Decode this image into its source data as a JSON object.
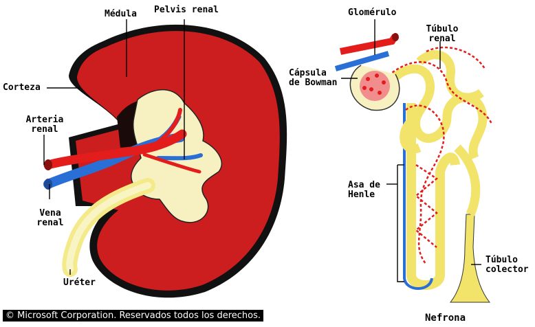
{
  "kidney": {
    "labels": {
      "medula": "Médula",
      "pelvis": "Pelvis renal",
      "corteza": "Corteza",
      "arteria_line1": "Arteria",
      "arteria_line2": "renal",
      "vena_line1": "Vena",
      "vena_line2": "renal",
      "ureter": "Uréter"
    }
  },
  "nephron": {
    "labels": {
      "glomerulo": "Glomérulo",
      "tubulo_renal_line1": "Túbulo",
      "tubulo_renal_line2": "renal",
      "capsula_line1": "Cápsula",
      "capsula_line2": "de Bowman",
      "asa_line1": "Asa de",
      "asa_line2": "Henle",
      "tubulo_colector_line1": "Túbulo",
      "tubulo_colector_line2": "colector"
    },
    "title": "Nefrona"
  },
  "copyright": "© Microsoft Corporation. Reservados todos los derechos.",
  "colors": {
    "cortex": "#cc1e1e",
    "capsule": "#111111",
    "artery": "#e31c1c",
    "vein": "#2a6fd6",
    "ureter": "#f4ea8a",
    "tubule": "#f2e36a"
  }
}
